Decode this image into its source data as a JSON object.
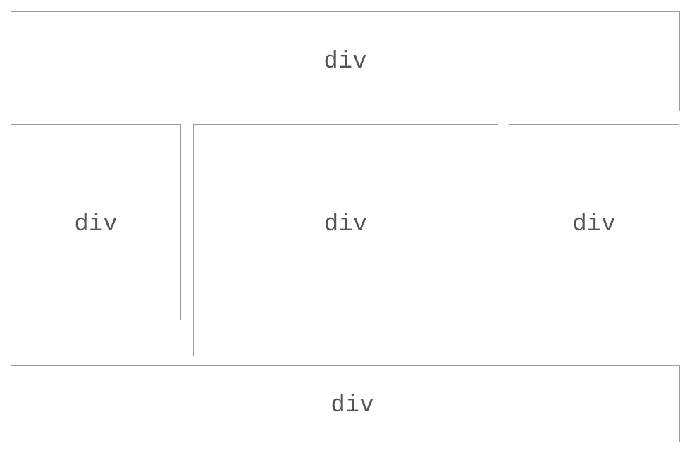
{
  "boxes": {
    "header": {
      "label": "div"
    },
    "left": {
      "label": "div"
    },
    "center": {
      "label": "div"
    },
    "right": {
      "label": "div"
    },
    "footer": {
      "label": "div"
    }
  },
  "colors": {
    "border": "#9a9a9a",
    "text": "#555555",
    "background": "#ffffff"
  }
}
